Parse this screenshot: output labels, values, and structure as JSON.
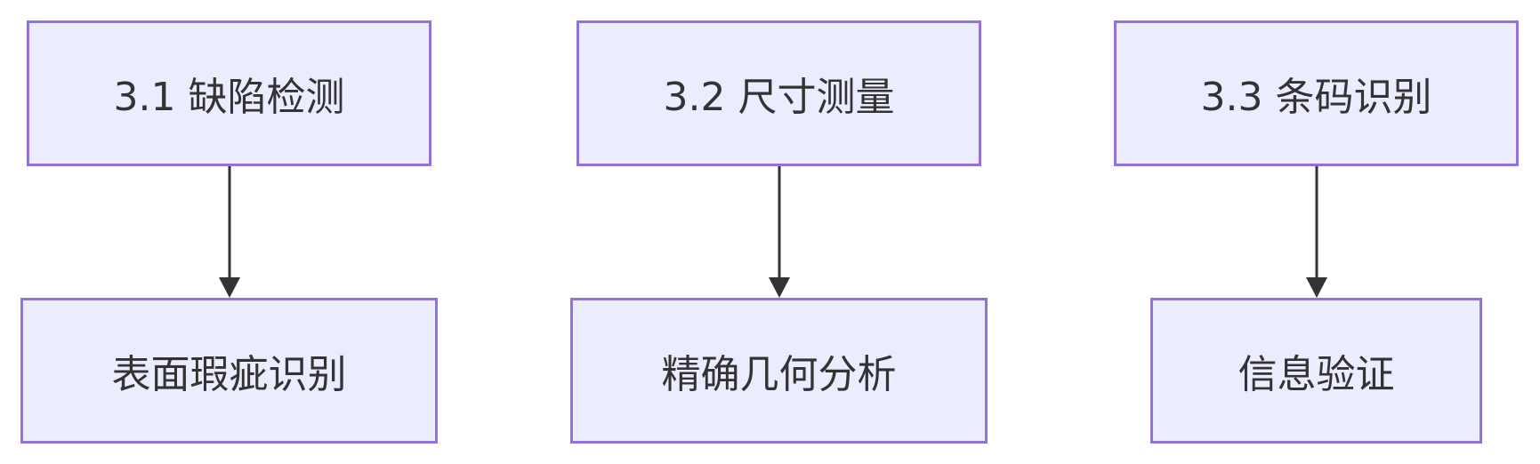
{
  "diagram": {
    "nodes": [
      {
        "id": "top-1",
        "label": "3.1 缺陷检测"
      },
      {
        "id": "top-2",
        "label": "3.2 尺寸测量"
      },
      {
        "id": "top-3",
        "label": "3.3 条码识别"
      },
      {
        "id": "bot-1",
        "label": "表面瑕疵识别"
      },
      {
        "id": "bot-2",
        "label": "精确几何分析"
      },
      {
        "id": "bot-3",
        "label": "信息验证"
      }
    ],
    "edges": [
      {
        "from": "top-1",
        "to": "bot-1"
      },
      {
        "from": "top-2",
        "to": "bot-2"
      },
      {
        "from": "top-3",
        "to": "bot-3"
      }
    ],
    "colors": {
      "node_fill": "#ececff",
      "node_border": "#9370db",
      "edge": "#333333",
      "text": "#333333"
    }
  }
}
